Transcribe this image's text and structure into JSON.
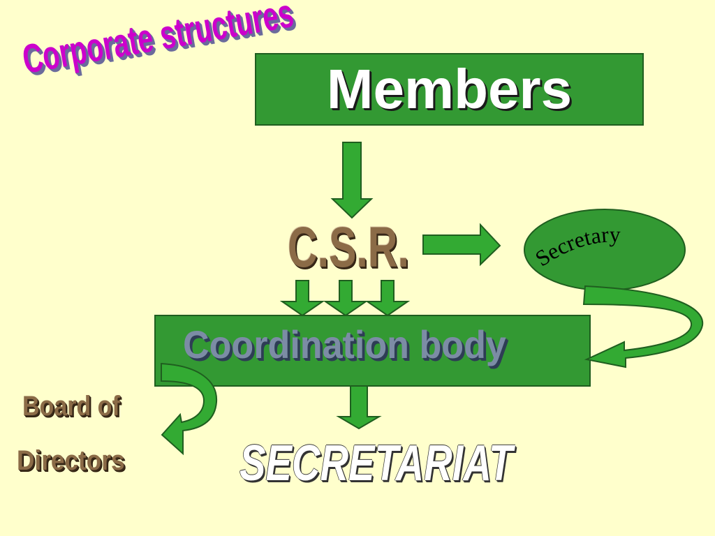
{
  "title": "Corporate structures",
  "nodes": {
    "members": "Members",
    "csr": "C.S.R.",
    "secretary": "Secretary",
    "coordination_body": "Coordination body",
    "board_line1": "Board of",
    "board_line2": "Directors",
    "secretariat": "SECRETARIAT"
  },
  "colors": {
    "background": "#FFFFCC",
    "box_green": "#339933",
    "title_magenta": "#CC00CC",
    "wordart_brown": "#8B6B47",
    "coordination_text": "#7C8CA5"
  }
}
